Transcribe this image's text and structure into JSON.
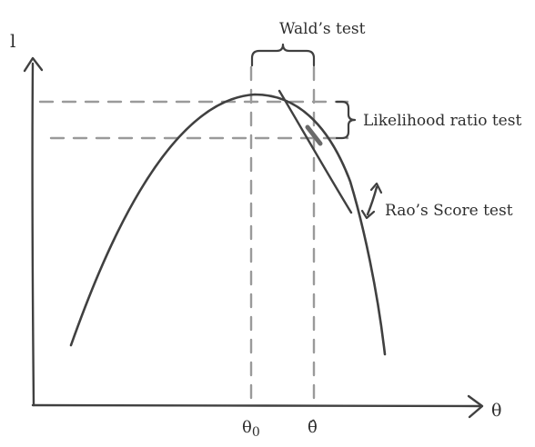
{
  "axes": {
    "y_label": "l",
    "x_label": "θ"
  },
  "ticks": {
    "theta0": "θ",
    "theta0_sub": "0",
    "theta_hat": "θ̂"
  },
  "annotations": {
    "wald": "Wald’s test",
    "likelihood_ratio": "Likelihood ratio test",
    "score": "Rao’s Score test"
  },
  "colors": {
    "ink": "#404040",
    "dashed_guides": "#9a9a9a",
    "text": "#2e2e2e"
  }
}
